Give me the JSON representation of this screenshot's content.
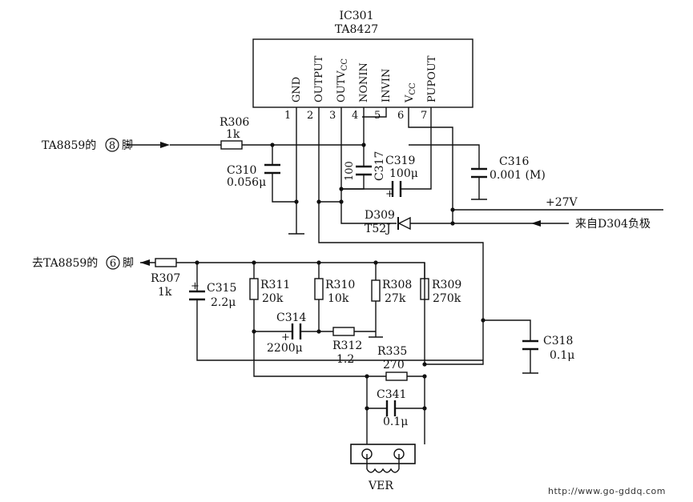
{
  "ic": {
    "ref": "IC301",
    "part": "TA8427",
    "pins": [
      {
        "num": "1",
        "name": "GND"
      },
      {
        "num": "2",
        "name": "OUTPUT"
      },
      {
        "num": "3",
        "name": "OUTV",
        "sub": "CC"
      },
      {
        "num": "4",
        "name": "NONIN"
      },
      {
        "num": "5",
        "name": "INVIN"
      },
      {
        "num": "6",
        "name": "V",
        "sub": "CC"
      },
      {
        "num": "7",
        "name": "PUPOUT"
      }
    ]
  },
  "components": {
    "R306": {
      "ref": "R306",
      "value": "1k"
    },
    "C310": {
      "ref": "C310",
      "value": "0.056μ"
    },
    "C317": {
      "ref": "C317",
      "value": "100"
    },
    "C319": {
      "ref": "C319",
      "value": "100μ"
    },
    "C316": {
      "ref": "C316",
      "value": "0.001 (M)"
    },
    "D309": {
      "ref": "D309",
      "value": "T52J"
    },
    "R307": {
      "ref": "R307",
      "value": "1k"
    },
    "C315": {
      "ref": "C315",
      "value": "2.2μ"
    },
    "R311": {
      "ref": "R311",
      "value": "20k"
    },
    "R310": {
      "ref": "R310",
      "value": "10k"
    },
    "R308": {
      "ref": "R308",
      "value": "27k"
    },
    "R309": {
      "ref": "R309",
      "value": "270k"
    },
    "C314": {
      "ref": "C314",
      "value": "2200μ"
    },
    "R312": {
      "ref": "R312",
      "value": "1.2"
    },
    "R335": {
      "ref": "R335",
      "value": "270"
    },
    "C318": {
      "ref": "C318",
      "value": "0.1μ"
    },
    "C341": {
      "ref": "C341",
      "value": "0.1μ"
    },
    "VER": {
      "ref": "VER"
    }
  },
  "connections": {
    "input_pre": "TA8859的",
    "input_pin": "8",
    "input_post": "脚",
    "output_pre": "去TA8859的",
    "output_pin": "6",
    "output_post": "脚",
    "supply": "+27V",
    "from_d304": "来自D304负极"
  },
  "plus_mark": "+",
  "watermark": "http://www.go-gddq.com"
}
